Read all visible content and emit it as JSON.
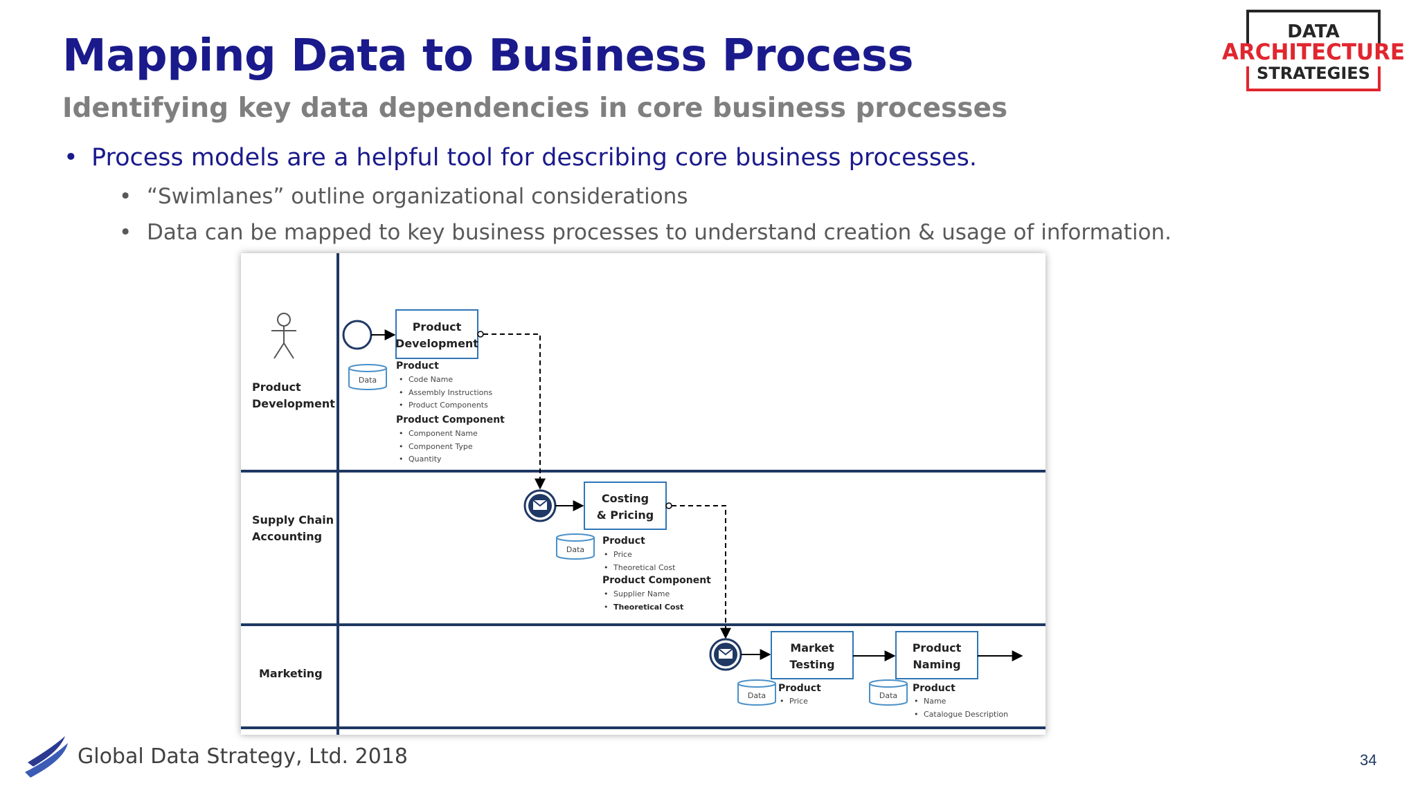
{
  "slide": {
    "title": "Mapping Data to Business Process",
    "subtitle": "Identifying key data dependencies in core business processes",
    "bullet_main": "Process models are a helpful tool for describing core business processes.",
    "sub_bullets": [
      "“Swimlanes” outline organizational considerations",
      "Data can be mapped to key business processes to understand creation & usage of information."
    ],
    "bullet_glyph": "•",
    "footer": "Global Data Strategy, Ltd. 2018",
    "page_number": "34"
  },
  "logo": {
    "line1": "DATA",
    "line2": "ARCHITECTURE",
    "line3": "STRATEGIES",
    "accent_color": "#e0262f"
  },
  "diagram": {
    "lanes": [
      {
        "line1": "Product",
        "line2": "Development"
      },
      {
        "line1": "Supply Chain",
        "line2": "Accounting"
      },
      {
        "line1": "Marketing"
      }
    ],
    "tasks": {
      "product_development": {
        "line1": "Product",
        "line2": "Development"
      },
      "costing_pricing": {
        "line1": "Costing",
        "line2": "& Pricing"
      },
      "market_testing": {
        "line1": "Market",
        "line2": "Testing"
      },
      "product_naming": {
        "line1": "Product",
        "line2": "Naming"
      }
    },
    "data_label": "Data",
    "data_notes": {
      "product_development": [
        {
          "heading": "Product",
          "items": [
            "Code Name",
            "Assembly Instructions",
            "Product Components"
          ]
        },
        {
          "heading": "Product Component",
          "items": [
            "Component Name",
            "Component Type",
            "Quantity"
          ]
        }
      ],
      "costing_pricing": [
        {
          "heading": "Product",
          "items": [
            "Price",
            "Theoretical Cost"
          ]
        },
        {
          "heading": "Product Component",
          "items": [
            "Supplier Name",
            "Theoretical Cost"
          ]
        }
      ],
      "market_testing": [
        {
          "heading": "Product",
          "items": [
            "Price"
          ]
        }
      ],
      "product_naming": [
        {
          "heading": "Product",
          "items": [
            "Name",
            "Catalogue Description"
          ]
        }
      ]
    },
    "colors": {
      "lane_line": "#1f3864",
      "task_border": "#2e75b6",
      "data_border": "#4a90c8",
      "event_fill": "#1f3864"
    }
  }
}
